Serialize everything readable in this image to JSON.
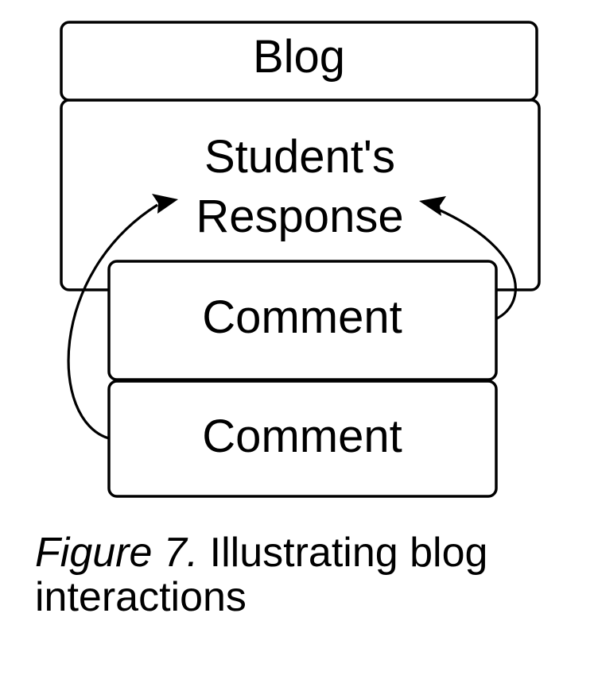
{
  "figure": {
    "type": "diagram",
    "description": "Nested rounded rectangles with curved arrows showing comments pointing to a student's blog response"
  },
  "diagram": {
    "nodes": [
      {
        "id": "blog",
        "label": "Blog"
      },
      {
        "id": "students-response",
        "label": "Student's Response",
        "label_line1": "Student's",
        "label_line2": "Response"
      },
      {
        "id": "comment-1",
        "label": "Comment"
      },
      {
        "id": "comment-2",
        "label": "Comment"
      }
    ],
    "edges": [
      {
        "from": "comment-1",
        "to": "students-response",
        "side": "right"
      },
      {
        "from": "comment-2",
        "to": "students-response",
        "side": "left"
      }
    ]
  },
  "caption": {
    "figure_label": "Figure 7.",
    "text": "Illustrating blog interactions"
  },
  "colors": {
    "background": "#ffffff",
    "node_fill": "#ffffff",
    "line": "#000000",
    "text": "#000000"
  }
}
